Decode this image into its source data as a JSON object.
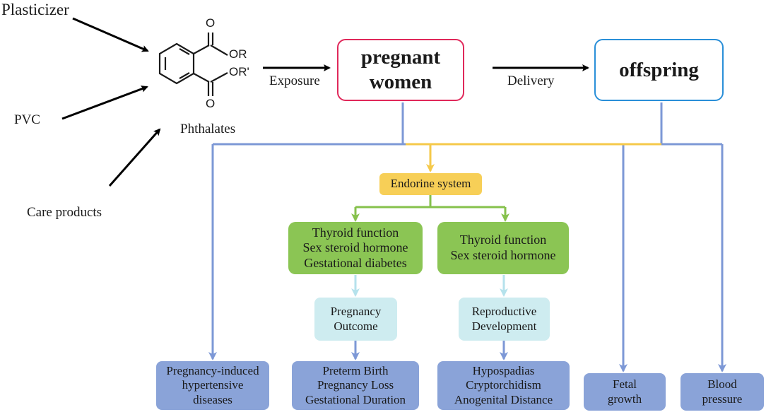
{
  "sources": {
    "plasticizer": "Plasticizer",
    "pvc": "PVC",
    "care_products": "Care products"
  },
  "molecule": {
    "o_top": "O",
    "or": "OR",
    "or_prime": "OR'",
    "o_bottom": "O",
    "name": "Phthalates"
  },
  "flow": {
    "exposure": "Exposure",
    "delivery": "Delivery"
  },
  "main_boxes": {
    "pregnant": [
      "pregnant",
      "women"
    ],
    "offspring": "offspring"
  },
  "endocrine": "Endorine system",
  "green_boxes": {
    "left": [
      "Thyroid function",
      "Sex steroid hormone",
      "Gestational diabetes"
    ],
    "right": [
      "Thyroid function",
      "Sex steroid hormone"
    ]
  },
  "light_boxes": {
    "left": [
      "Pregnancy",
      "Outcome"
    ],
    "right": [
      "Reproductive",
      "Development"
    ]
  },
  "outcomes": {
    "pih": [
      "Pregnancy-induced",
      "hypertensive",
      "diseases"
    ],
    "preterm": [
      "Preterm Birth",
      "Pregnancy Loss",
      "Gestational Duration"
    ],
    "repro": [
      "Hypospadias",
      "Cryptorchidism",
      "Anogenital Distance"
    ],
    "fetal": [
      "Fetal",
      "growth"
    ],
    "blood": [
      "Blood",
      "pressure"
    ]
  },
  "colors": {
    "pink_border": "#e0285a",
    "blue_border": "#2a8fd8",
    "wire_blue": "#7d98d6",
    "wire_yellow": "#f5c94a",
    "wire_green": "#86c14c",
    "wire_cyan": "#b5e2ec",
    "box_yellow": "#f7cf57",
    "box_green": "#8bc554",
    "box_light": "#ceecf0",
    "box_blue": "#8aa3d8"
  }
}
